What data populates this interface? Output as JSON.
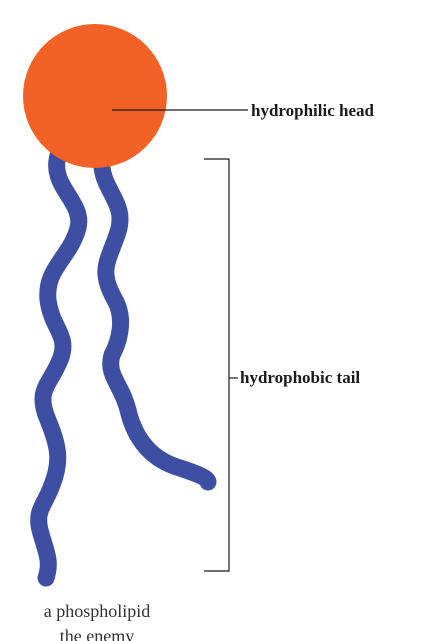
{
  "colors": {
    "head": "#F26125",
    "tail": "#3E4FA3",
    "line": "#1a1a1a",
    "background": "#ffffff"
  },
  "labels": {
    "head": "hydrophilic head",
    "tail": "hydrophobic tail"
  },
  "caption": {
    "line1": "a phospholipid",
    "line2": "the enemy"
  }
}
